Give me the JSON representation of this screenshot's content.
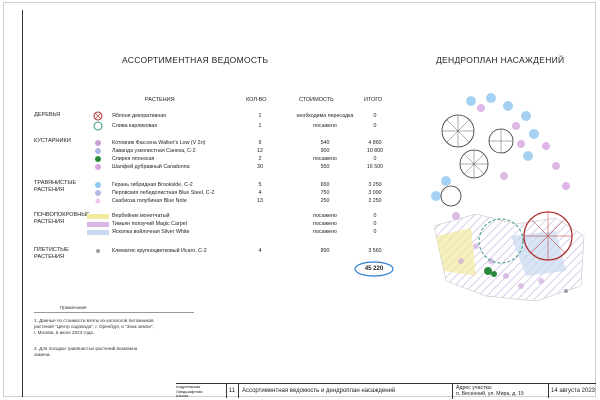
{
  "titles": {
    "assortment": "АССОРТИМЕНТНАЯ ВЕДОМОСТЬ",
    "dendroplan": "ДЕНДРОПЛАН НАСАЖДЕНИЙ"
  },
  "table": {
    "headers": {
      "plants": "РАСТЕНИЯ",
      "qty": "КОЛ-ВО",
      "cost": "СТОИМОСТЬ",
      "total": "ИТОГО"
    },
    "groups": [
      {
        "name": "ДЕРЕВЬЯ",
        "rows": [
          {
            "plant": "Яблоня декоративная",
            "qty": "1",
            "cost": "необходима пересадка",
            "total": "0"
          },
          {
            "plant": "Слива карликовая",
            "qty": "1",
            "cost": "посажено",
            "total": "0"
          }
        ]
      },
      {
        "name": "КУСТАРНИКИ",
        "rows": [
          {
            "plant": "Котовник Фассена Walker's Low (V 2л)",
            "qty": "9",
            "cost": "540",
            "total": "4 860"
          },
          {
            "plant": "Лаванда узколистная Санеза, С-2",
            "qty": "12",
            "cost": "900",
            "total": "10 800"
          },
          {
            "plant": "Спирея японская",
            "qty": "2",
            "cost": "посажено",
            "total": "0"
          },
          {
            "plant": "Шалфей дубравный Caradonna",
            "qty": "30",
            "cost": "550",
            "total": "16 500"
          }
        ]
      },
      {
        "name": "ТРАВЯНИСТЫЕ РАСТЕНИЯ",
        "rows": [
          {
            "plant": "Герань гибридная Brookside, С-2",
            "qty": "5",
            "cost": "650",
            "total": "3 250"
          },
          {
            "plant": "Перовския лебедолистная Blue Steel, С-2",
            "qty": "4",
            "cost": "750",
            "total": "3 000"
          },
          {
            "plant": "Скабиоза голубиная Blue Note",
            "qty": "13",
            "cost": "250",
            "total": "3 250"
          }
        ]
      },
      {
        "name": "ПОЧВОПОКРОВНЫЕ РАСТЕНИЯ",
        "rows": [
          {
            "plant": "Вербейник монетчатый",
            "qty": "",
            "cost": "посажено",
            "total": "0"
          },
          {
            "plant": "Тимьян ползучий Magic Carpet",
            "qty": "",
            "cost": "посажено",
            "total": "0"
          },
          {
            "plant": "Ясколка войлочная Silver White",
            "qty": "",
            "cost": "посажено",
            "total": "0"
          }
        ]
      },
      {
        "name": "ПЛЕТИСТЫЕ РАСТЕНИЯ",
        "rows": [
          {
            "plant": "Клематис крупноцветковый Исаго, С-2",
            "qty": "4",
            "cost": "890",
            "total": "3 560"
          }
        ]
      }
    ],
    "grand_total": "45 220"
  },
  "notes": {
    "title": "Примечания",
    "lines": [
      "1. Данные по стоимости взяты из каталогов питомников",
      "растений \"Центр садовода\", г. Оренбург, и \"Знак земли\",",
      "г. Москва, в июле 2023 года.",
      "",
      "2. Для посадки травянистых растений возможна",
      "замена."
    ]
  },
  "footer": {
    "logo_lines": [
      "Андреевская",
      "Ландшафтная",
      "Школа"
    ],
    "sheet_no": "11",
    "sheet_title": "Ассортиментная ведомость и дендроплан насаждений",
    "address_label": "Адрес участка:",
    "address": "п. Весенний, ул. Мира, д. 15",
    "date": "14 августа 2023"
  },
  "colors": {
    "apple_marker": "#b03030",
    "plum_marker": "#3a9a7a",
    "catnip": "#c9a0d8",
    "lavender": "#a9b6e6",
    "spirea": "#2a8a3a",
    "salvia": "#d6a6e0",
    "geranium": "#8fc8f0",
    "perovskia": "#b8b8e8",
    "scabiosa": "#f0c8e8",
    "lysimachia": "#f2e9a0",
    "thyme": "#d9b6e6",
    "cerastium": "#c9d8f0",
    "clematis": "#9aa0a8",
    "total_oval": "#2a7fd4"
  }
}
